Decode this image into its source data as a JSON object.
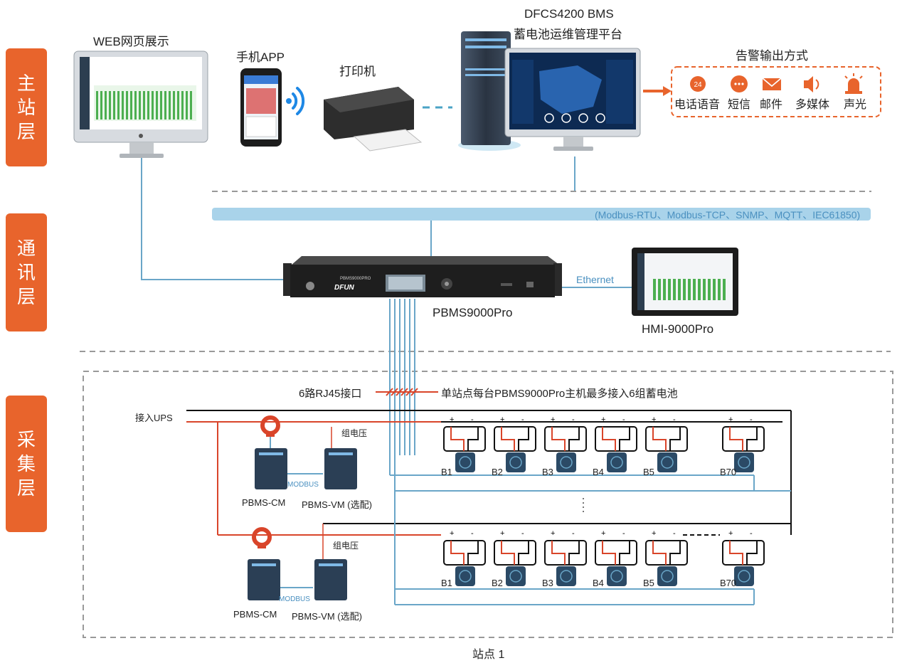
{
  "layers": [
    {
      "chars": [
        "主",
        "站",
        "层"
      ]
    },
    {
      "chars": [
        "通",
        "讯",
        "层"
      ]
    },
    {
      "chars": [
        "采",
        "集",
        "层"
      ]
    }
  ],
  "top": {
    "web_label": "WEB网页展示",
    "app_label": "手机APP",
    "printer_label": "打印机",
    "platform_title_1": "DFCS4200 BMS",
    "platform_title_2": "蓄电池运维管理平台",
    "alarm_title": "告警输出方式",
    "alarm_methods": [
      "电话语音",
      "短信",
      "邮件",
      "多媒体",
      "声光"
    ],
    "alarm_icon_text": "24"
  },
  "comm": {
    "protocols": "(Modbus-RTU、Modbus-TCP、SNMP、MQTT、IEC61850)",
    "ethernet": "Ethernet",
    "host_name": "PBMS9000Pro",
    "hmi_name": "HMI-9000Pro",
    "host_brand": "DFUN",
    "host_model_print": "PBMS9000PRO"
  },
  "collect": {
    "rj45_label": "6路RJ45接口",
    "rj45_note": "单站点每台PBMS9000Pro主机最多接入6组蓄电池",
    "ups_label": "接入UPS",
    "group_voltage": "组电压",
    "modbus": "MODBUS",
    "cm_label": "PBMS-CM",
    "vm_label": "PBMS-VM (选配)",
    "battery_labels": [
      "B1",
      "B2",
      "B3",
      "B4",
      "B5",
      "B70"
    ],
    "plus": "+",
    "minus": "-",
    "site_label": "站点 1"
  },
  "colors": {
    "accent_orange": "#e8642c",
    "line_blue": "#6aa6c8",
    "bus_blue": "#a9d3ea",
    "protocol_text": "#4a90c0",
    "red_wire": "#d9452a"
  }
}
